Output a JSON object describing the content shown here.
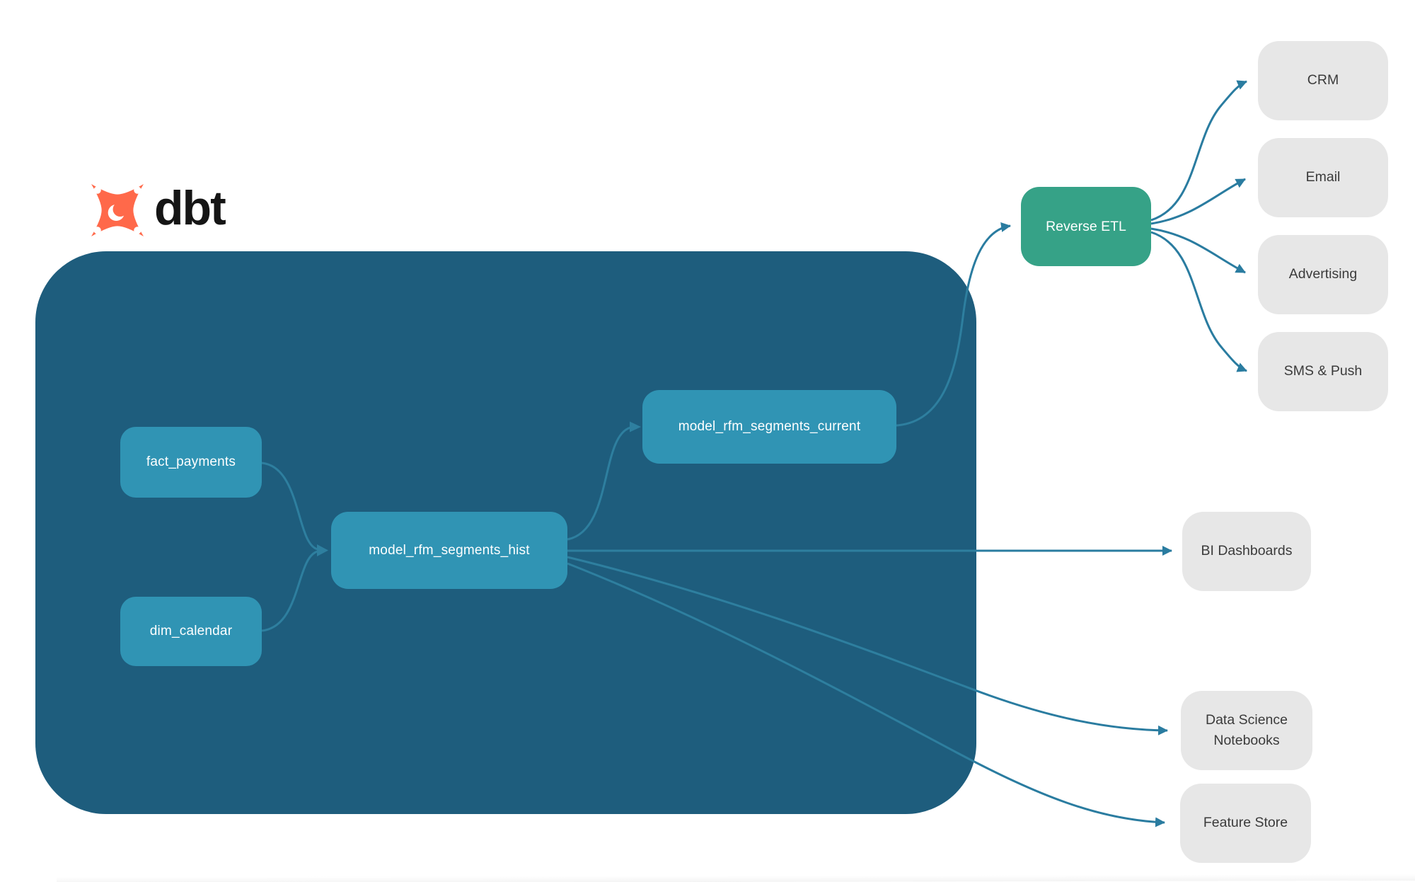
{
  "logo": {
    "wordmark": "dbt",
    "icon": "dbt-flame-mark-icon",
    "brand_orange": "#FF694A"
  },
  "pipeline": {
    "nodes": [
      {
        "id": "fact_payments",
        "label": "fact_payments"
      },
      {
        "id": "dim_calendar",
        "label": "dim_calendar"
      },
      {
        "id": "model_rfm_segments_hist",
        "label": "model_rfm_segments_hist"
      },
      {
        "id": "model_rfm_segments_current",
        "label": "model_rfm_segments_current"
      }
    ]
  },
  "reverse_etl": {
    "label": "Reverse ETL"
  },
  "destinations": [
    {
      "label": "CRM"
    },
    {
      "label": "Email"
    },
    {
      "label": "Advertising"
    },
    {
      "label": "SMS & Push"
    }
  ],
  "outputs": [
    {
      "label": "BI Dashboards"
    },
    {
      "label": "Data Science Notebooks"
    },
    {
      "label": "Feature Store"
    }
  ],
  "edges": [
    {
      "from": "fact_payments",
      "to": "model_rfm_segments_hist"
    },
    {
      "from": "dim_calendar",
      "to": "model_rfm_segments_hist"
    },
    {
      "from": "model_rfm_segments_hist",
      "to": "model_rfm_segments_current"
    },
    {
      "from": "model_rfm_segments_current",
      "to": "Reverse ETL"
    },
    {
      "from": "Reverse ETL",
      "to": "CRM"
    },
    {
      "from": "Reverse ETL",
      "to": "Email"
    },
    {
      "from": "Reverse ETL",
      "to": "Advertising"
    },
    {
      "from": "Reverse ETL",
      "to": "SMS & Push"
    },
    {
      "from": "model_rfm_segments_hist",
      "to": "BI Dashboards"
    },
    {
      "from": "model_rfm_segments_hist",
      "to": "Data Science Notebooks"
    },
    {
      "from": "model_rfm_segments_hist",
      "to": "Feature Store"
    }
  ],
  "colors": {
    "project_container": "#1E5D7D",
    "model_node": "#3094B4",
    "reverse_etl_node": "#36A287",
    "destination_node": "#E7E7E7",
    "edge_outside": "#2A7CA0",
    "edge_inside": "#2E7F9F",
    "node_text": "#FFFFFF",
    "destination_text": "#3B3B3B"
  }
}
